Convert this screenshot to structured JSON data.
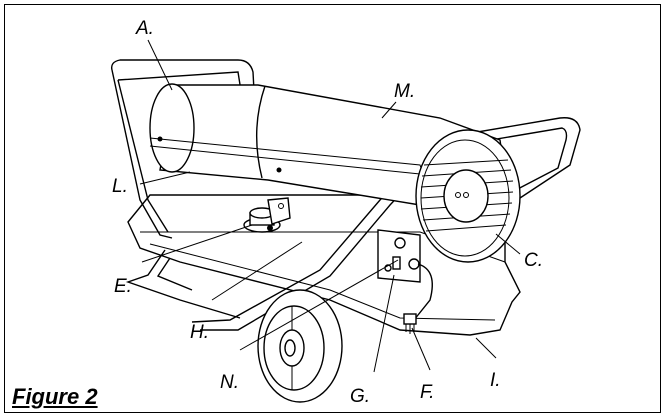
{
  "figure": {
    "caption": "Figure 2"
  },
  "labels": {
    "A": "A.",
    "M": "M.",
    "L": "L.",
    "E": "E.",
    "H": "H.",
    "N": "N.",
    "G": "G.",
    "F": "F.",
    "I": "I.",
    "C": "C."
  },
  "colors": {
    "line": "#000000",
    "background": "#ffffff"
  }
}
